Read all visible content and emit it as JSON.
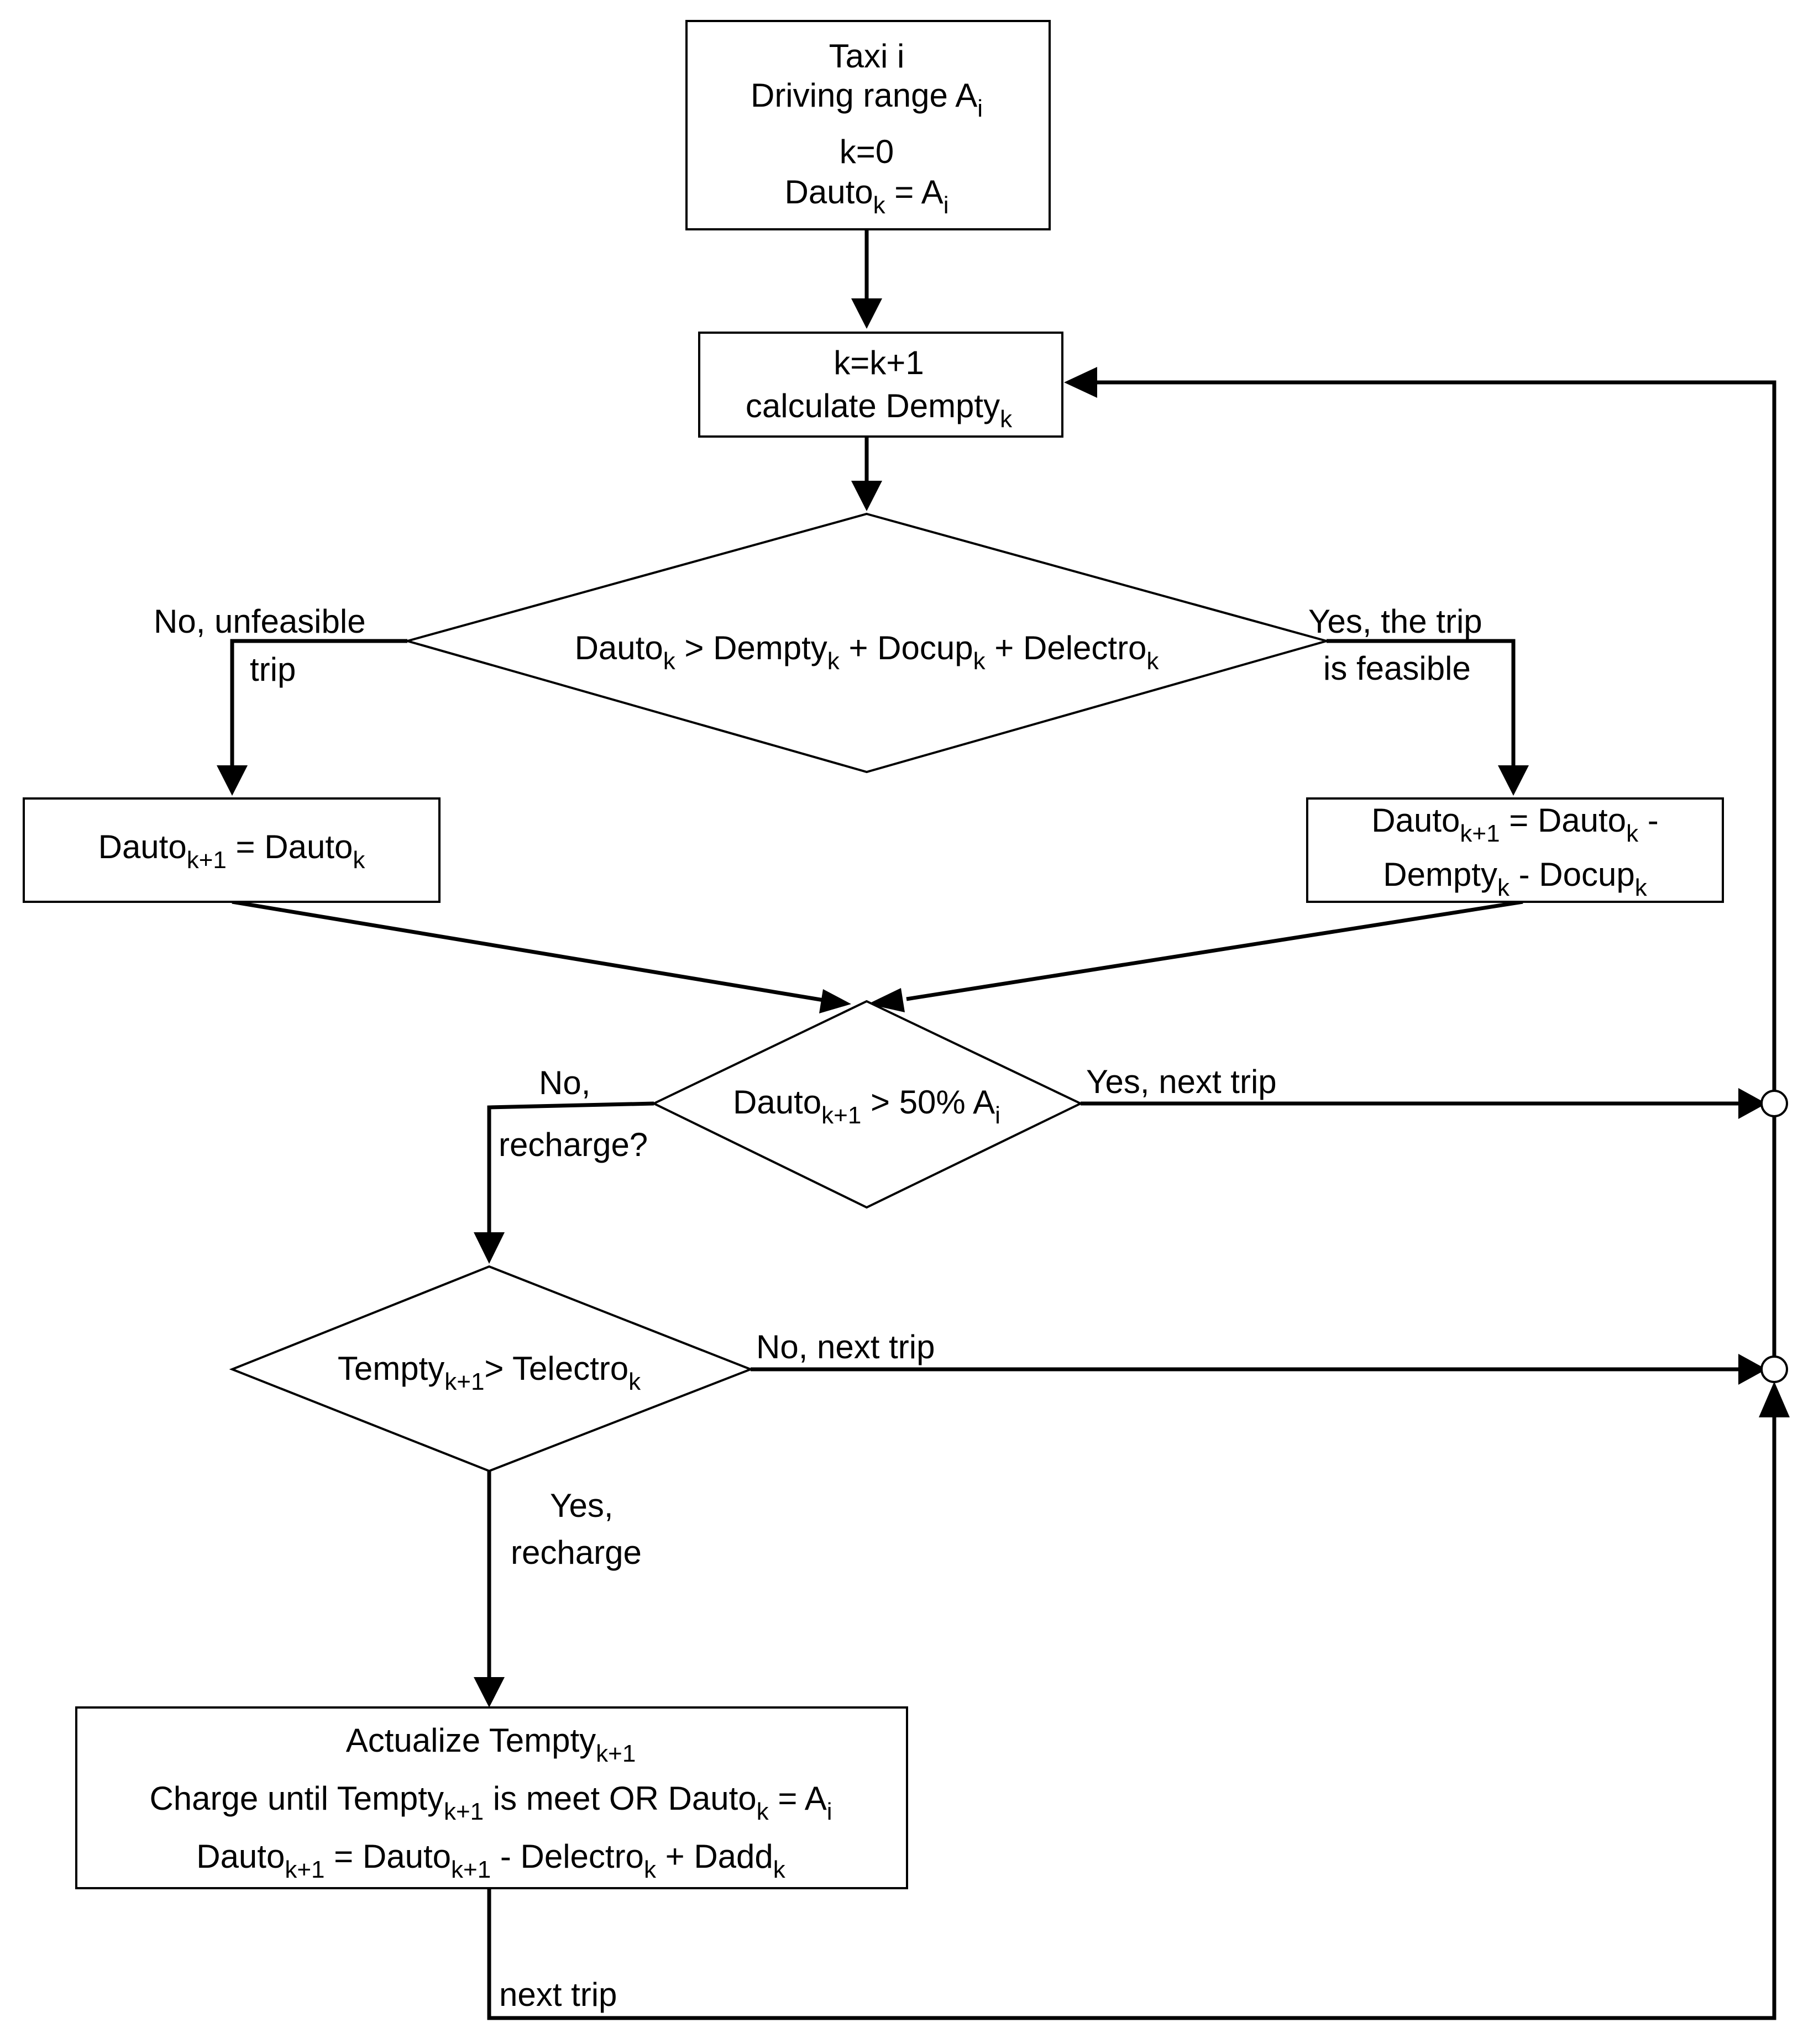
{
  "nodes": {
    "start": {
      "line1": "Taxi i",
      "line2": {
        "text": "Driving range  A",
        "sub": "i"
      },
      "line3": "k=0",
      "line4": {
        "a": "Dauto",
        "a_sub": "k",
        "b": " = A",
        "b_sub": "i"
      }
    },
    "increment": {
      "line1": "k=k+1",
      "line2": {
        "a": "calculate Dempty",
        "a_sub": "k"
      }
    },
    "feasibility": {
      "p1": "Dauto",
      "s1": "k",
      "p2": " >  Dempty",
      "s2": "k",
      "p3": " + Docup",
      "s3": "k",
      "p4": " + Delectro",
      "s4": "k"
    },
    "no_update": {
      "p1": "Dauto",
      "s1": "k+1",
      "p2": " =  Dauto",
      "s2": "k"
    },
    "yes_update": {
      "l1p1": "Dauto",
      "l1s1": "k+1",
      "l1p2": " =  Dauto",
      "l1s2": "k",
      "l1p3": " -",
      "l2p1": "Dempty",
      "l2s1": "k",
      "l2p2": " - Docup",
      "l2s2": "k"
    },
    "range_check": {
      "p1": "Dauto",
      "s1": "k+1",
      "p2": " >  50% A",
      "s2": "i"
    },
    "time_check": {
      "p1": "Tempty",
      "s1": "k+1",
      "p2": ">  Telectro",
      "s2": "k"
    },
    "recharge": {
      "l1p1": "Actualize Tempty",
      "l1s1": "k+1",
      "l2p1": "Charge until Tempty",
      "l2s1": "k+1",
      "l2p2": " is meet OR Dauto",
      "l2s2": "k",
      "l2p3": " = A",
      "l2s3": "i",
      "l3p1": "Dauto",
      "l3s1": "k+1",
      "l3p2": " =  Dauto",
      "l3s2": "k+1",
      "l3p3": " - Delectro",
      "l3s3": "k",
      "l3p4": " + Dadd",
      "l3s4": "k"
    }
  },
  "edge_labels": {
    "no_unfeasible_1": "No, unfeasible",
    "no_unfeasible_2": "trip",
    "yes_feasible_1": "Yes, the trip",
    "yes_feasible_2": "is feasible",
    "no_recharge_1": "No,",
    "no_recharge_2": "recharge?",
    "yes_next_trip": "Yes, next trip",
    "no_next_trip": "No, next trip",
    "yes_recharge_1": "Yes,",
    "yes_recharge_2": "recharge",
    "next_trip": "next trip"
  }
}
